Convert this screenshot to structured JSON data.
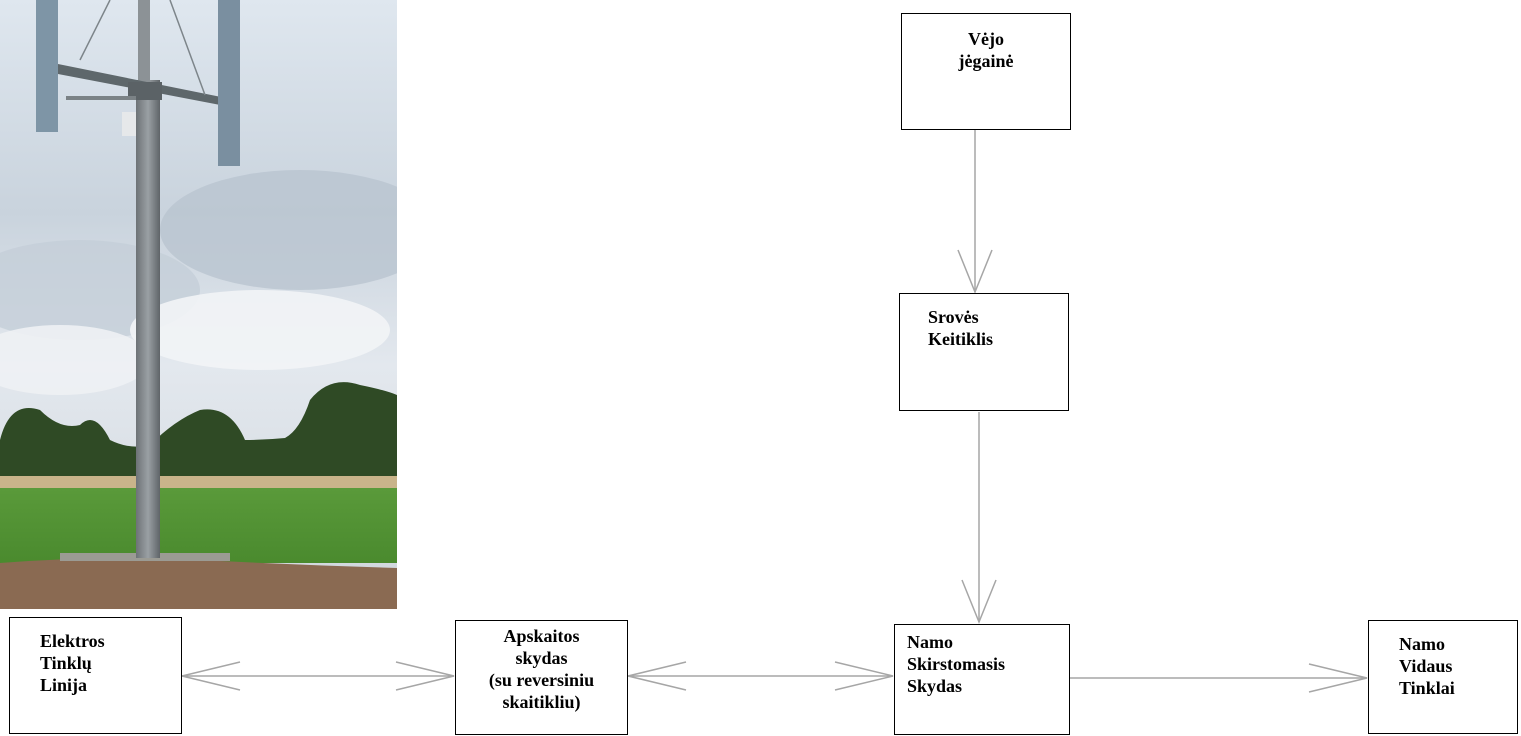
{
  "photo": {
    "icon": "vertical-axis-wind-turbine-photo"
  },
  "nodes": {
    "vejo_jegaine": [
      "Vėjo",
      "jėgainė"
    ],
    "sroves_keitiklis": [
      "Srovės",
      "Keitiklis"
    ],
    "namo_skirstomasis": [
      "Namo",
      "Skirstomasis",
      "Skydas"
    ],
    "elektros_tinklu": [
      "Elektros",
      "Tinklų",
      "Linija"
    ],
    "apskaitos_skydas": [
      "Apskaitos",
      "skydas",
      "(su reversiniu",
      "skaitikliu)"
    ],
    "namo_vidaus": [
      "Namo",
      "Vidaus",
      "Tinklai"
    ]
  },
  "colors": {
    "line": "#a6a6a6",
    "box_border": "#000000"
  }
}
